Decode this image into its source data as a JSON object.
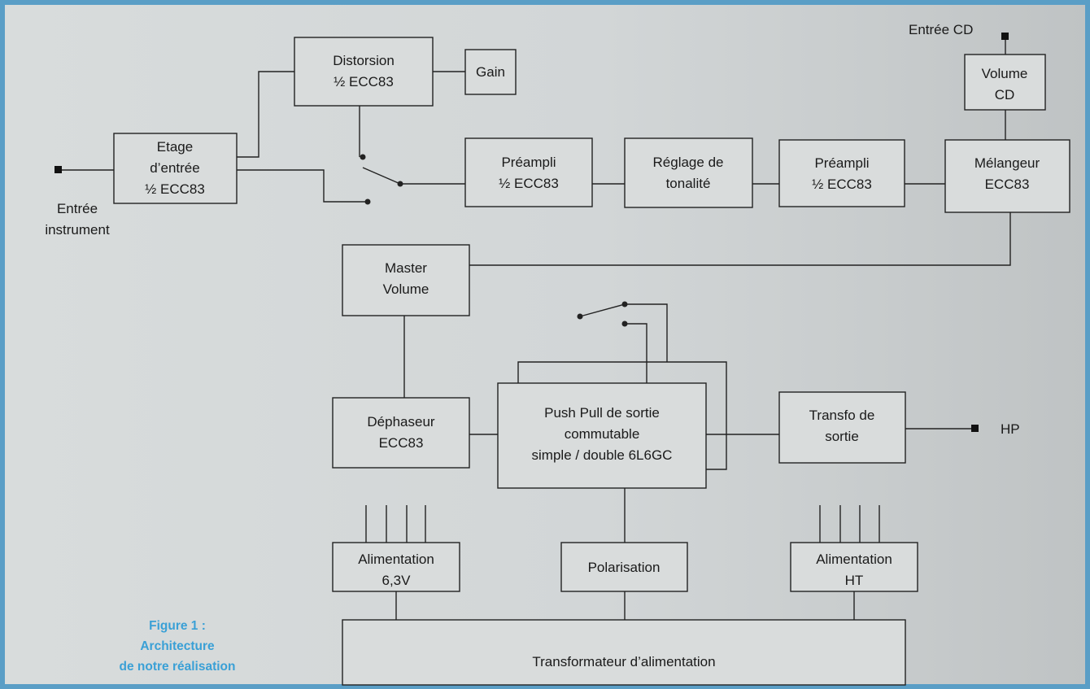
{
  "blocks": {
    "etage": [
      "Etage",
      "d’entrée",
      "½ ECC83"
    ],
    "distorsion": [
      "Distorsion",
      "½ ECC83"
    ],
    "gain": [
      "Gain"
    ],
    "preampli1": [
      "Préampli",
      "½ ECC83"
    ],
    "reglage": [
      "Réglage de",
      "tonalité"
    ],
    "preampli2": [
      "Préampli",
      "½ ECC83"
    ],
    "melangeur": [
      "Mélangeur",
      "ECC83"
    ],
    "volume_cd": [
      "Volume",
      "CD"
    ],
    "master": [
      "Master",
      "Volume"
    ],
    "dephaseur": [
      "Déphaseur",
      "ECC83"
    ],
    "pushpull": [
      "Push Pull de sortie",
      "commutable",
      "simple / double 6L6GC"
    ],
    "transfo_sortie": [
      "Transfo de",
      "sortie"
    ],
    "alim63": [
      "Alimentation",
      "6,3V"
    ],
    "polarisation": [
      "Polarisation"
    ],
    "alimht": [
      "Alimentation",
      "HT"
    ],
    "transfo_alim": [
      "Transformateur d’alimentation"
    ]
  },
  "terminals": {
    "entree_instrument": [
      "Entrée",
      "instrument"
    ],
    "entree_cd": [
      "Entrée CD"
    ],
    "hp": [
      "HP"
    ]
  },
  "caption": [
    "Figure 1 :",
    "Architecture",
    "de notre réalisation"
  ],
  "colors": {
    "frame": "#5a9ec6",
    "caption": "#3aa0d6",
    "line": "#222222"
  }
}
